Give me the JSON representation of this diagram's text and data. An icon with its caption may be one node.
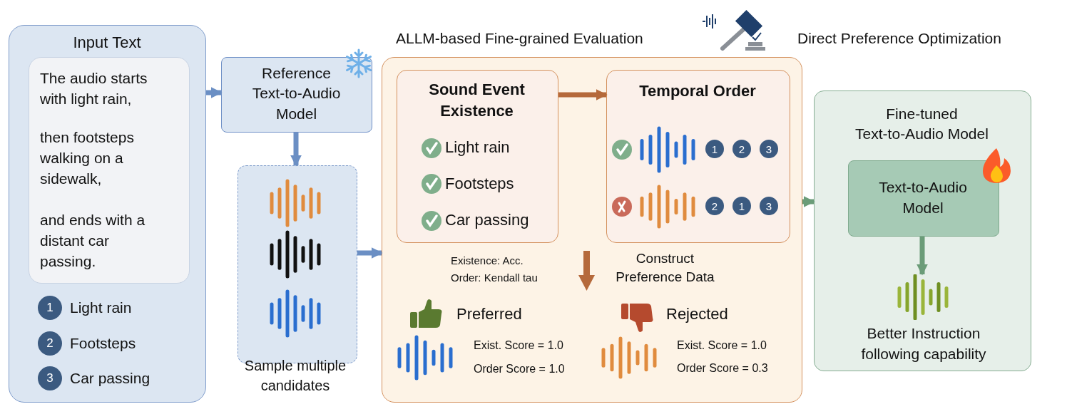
{
  "diagram": {
    "nodes": [
      {
        "text": [
          "Input Text"
        ]
      },
      {
        "text": [
          "The audio starts with light rain,",
          "then footsteps walking on a sidewalk,",
          "and ends with a distant car passing."
        ],
        "in": 0
      },
      {
        "text": [
          "Reference Text-to-Audio Model"
        ]
      },
      {
        "text": [],
        "shape": "box",
        "beside": [
          "Sample multiple candidates"
        ]
      },
      {
        "text": [],
        "shape": "box"
      },
      {
        "text": [
          "Sound Event Existence",
          "Light rain",
          "Footsteps",
          "Car passing"
        ],
        "in": 4
      },
      {
        "text": [
          "Temporal Order",
          "1",
          "2",
          "3",
          "2",
          "1",
          "3"
        ],
        "in": 4
      },
      {
        "text": [
          "Fine-tuned Text-to-Audio Model"
        ]
      },
      {
        "text": [
          "Text-to-Audio Model"
        ],
        "in": 7
      },
      {
        "text": [],
        "shape": "picture",
        "in": 7,
        "beside": [
          "Better Instruction following capability"
        ]
      }
    ],
    "edges": [
      {
        "from": 0,
        "to": 2,
        "arrow": "to"
      },
      {
        "from": 2,
        "to": 3,
        "arrow": "to"
      },
      {
        "from": 3,
        "to": 4,
        "arrow": "to"
      },
      {
        "from": 5,
        "to": 6,
        "arrow": "to",
        "color": "#b5693b"
      },
      {
        "from": 4,
        "to": 7,
        "arrow": "to",
        "color": "#6b9c78"
      },
      {
        "from": 8,
        "to": 9,
        "arrow": "to",
        "color": "#6b9c78"
      }
    ],
    "labels": [
      "ALLM-based Fine-grained Evaluation",
      "Direct Preference Optimization",
      "1",
      "Light rain",
      "2",
      "Footsteps",
      "3",
      "Car passing",
      "Existence: Acc.",
      "Order: Kendall tau",
      "Construct Preference Data",
      "Preferred",
      "Exist. Score = 1.0",
      "Order Score = 1.0",
      "Rejected",
      "Exist. Score = 1.0",
      "Order Score = 0.3"
    ]
  }
}
